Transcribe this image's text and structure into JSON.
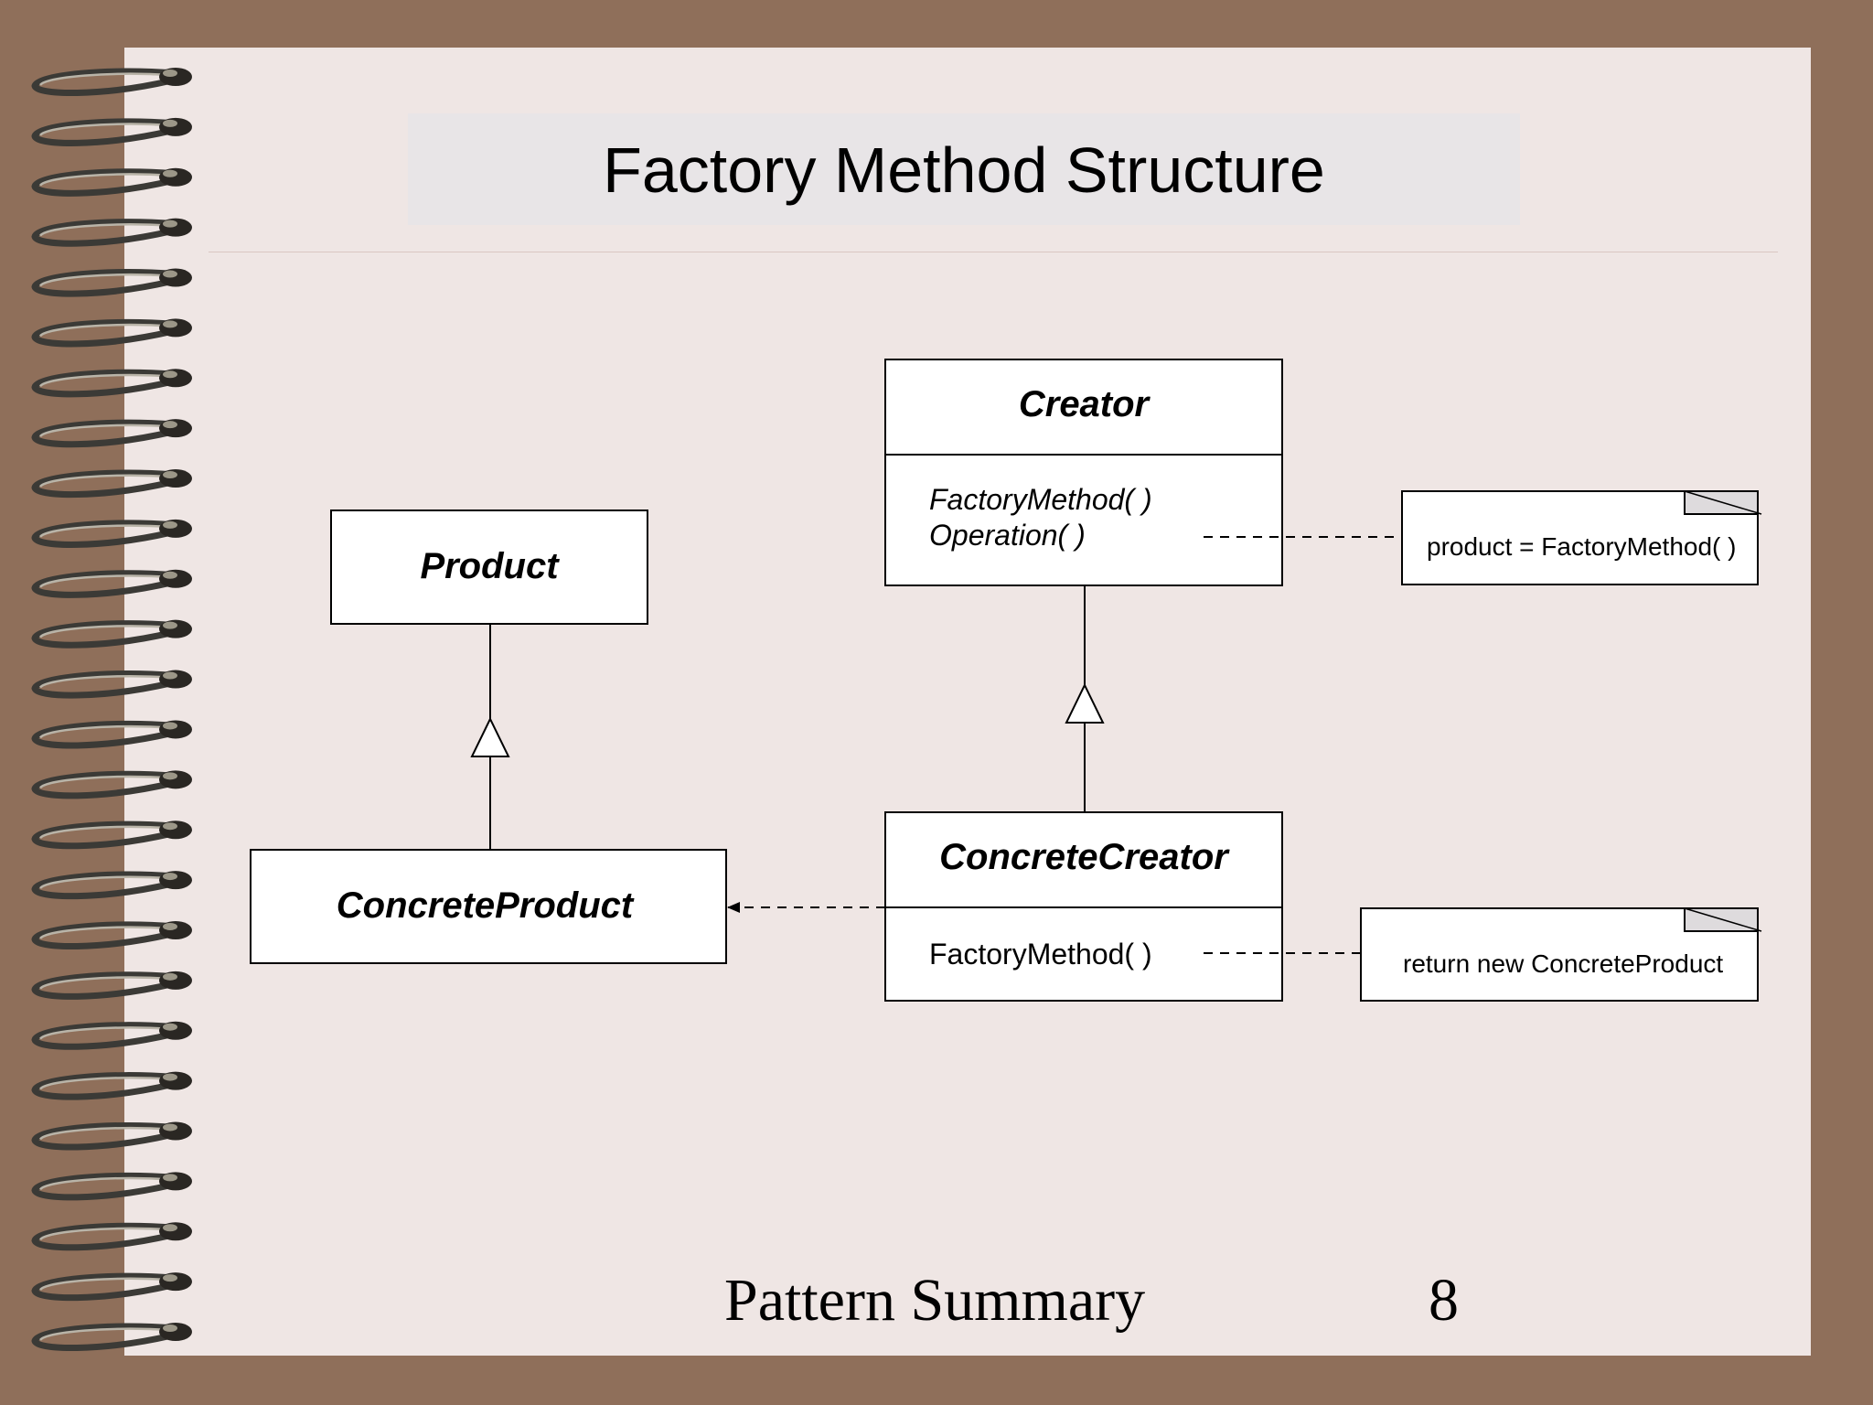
{
  "slide": {
    "title": "Factory Method Structure",
    "footer": "Pattern Summary",
    "page_number": "8"
  },
  "diagram": {
    "classes": {
      "creator": {
        "name": "Creator",
        "operations": [
          "FactoryMethod( )",
          "Operation( )"
        ]
      },
      "concrete_creator": {
        "name": "ConcreteCreator",
        "operations": [
          "FactoryMethod( )"
        ]
      },
      "product": {
        "name": "Product"
      },
      "concrete_product": {
        "name": "ConcreteProduct"
      }
    },
    "notes": {
      "creator_note": "product = FactoryMethod( )",
      "concrete_creator_note": "return new ConcreteProduct"
    }
  },
  "colors": {
    "background": "#8f6f5a",
    "page": "#efe6e4",
    "title_band": "#e8e5e7",
    "box_fill": "#ffffff",
    "line": "#000000"
  }
}
